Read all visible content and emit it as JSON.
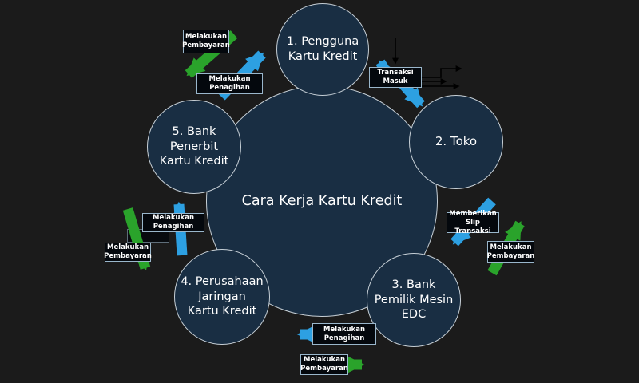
{
  "title": "Cara Kerja Kartu Kredit",
  "nodes": {
    "center": {
      "label": "Cara Kerja Kartu Kredit"
    },
    "pengguna": {
      "label": "1. Pengguna\nKartu Kredit"
    },
    "toko": {
      "label": "2. Toko"
    },
    "bank_edc": {
      "label": "3. Bank\nPemilik Mesin\nEDC"
    },
    "jaringan": {
      "label": "4. Perusahaan\nJaringan\nKartu Kredit"
    },
    "penerbit": {
      "label": "5. Bank\nPenerbit\nKartu Kredit"
    }
  },
  "flow_labels": {
    "top_pembayaran": {
      "label": "Melakukan\nPembayaran"
    },
    "top_penagihan": {
      "label": "Melakukan\nPenagihan"
    },
    "transaksi_masuk": {
      "label": "Transaksi\nMasuk"
    },
    "right_slip": {
      "label": "Memberikan\nSlip Transaksi"
    },
    "right_pembayaran": {
      "label": "Melakukan\nPembayaran"
    },
    "left_penagihan": {
      "label": "Melakukan\nPenagihan"
    },
    "left_pembayaran": {
      "label": "Melakukan\nPembayaran"
    },
    "bottom_penagihan": {
      "label": "Melakukan\nPenagihan"
    },
    "bottom_pembayaran": {
      "label": "Melakukan\nPembayaran"
    }
  },
  "colors": {
    "background": "#1b1b1b",
    "circle_fill": "#192e43",
    "circle_border": "#c6cfd6",
    "arrow_blue": "#2da0e2",
    "arrow_green": "#2aa32b",
    "arrow_black": "#000000",
    "label_bg": "#04080d",
    "label_border": "#9ab7cc",
    "empty_box_border": "#5f6e7a",
    "text": "#ffffff"
  }
}
